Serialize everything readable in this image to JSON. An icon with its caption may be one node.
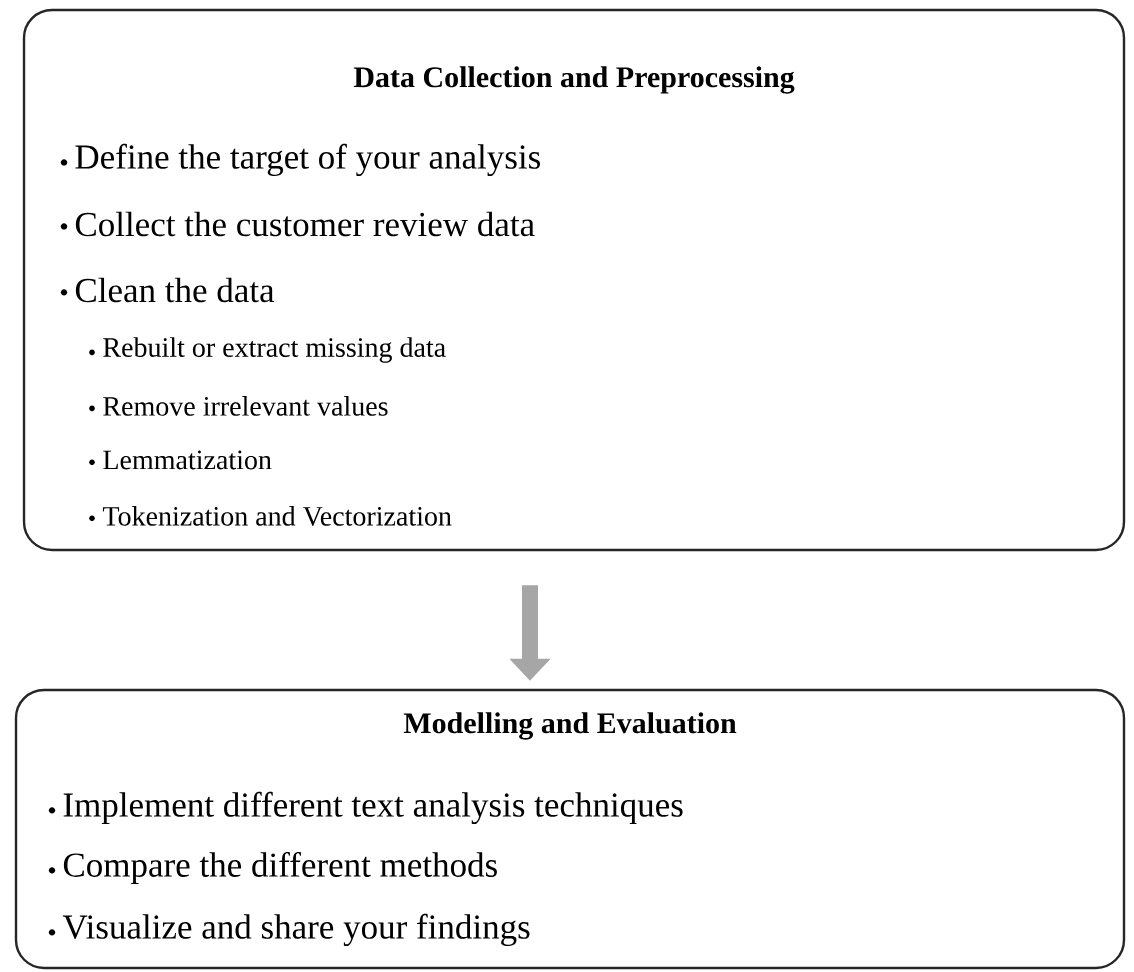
{
  "diagram": {
    "nodes": [
      {
        "text": [
          "Data Collection and Preprocessing",
          "Define the target of your analysis",
          "Collect the customer review data",
          "Clean the data",
          "Rebuilt or extract missing data",
          "Remove irrelevant values",
          "Lemmatization",
          "Tokenization and Vectorization"
        ]
      },
      {
        "text": [
          "Modelling and Evaluation",
          "Implement different text analysis techniques",
          "Compare the different methods",
          "Visualize and share your findings"
        ]
      }
    ],
    "edges": [
      {
        "from": 0,
        "to": 1,
        "arrow": "to",
        "color": "#a6a6a6"
      }
    ]
  }
}
